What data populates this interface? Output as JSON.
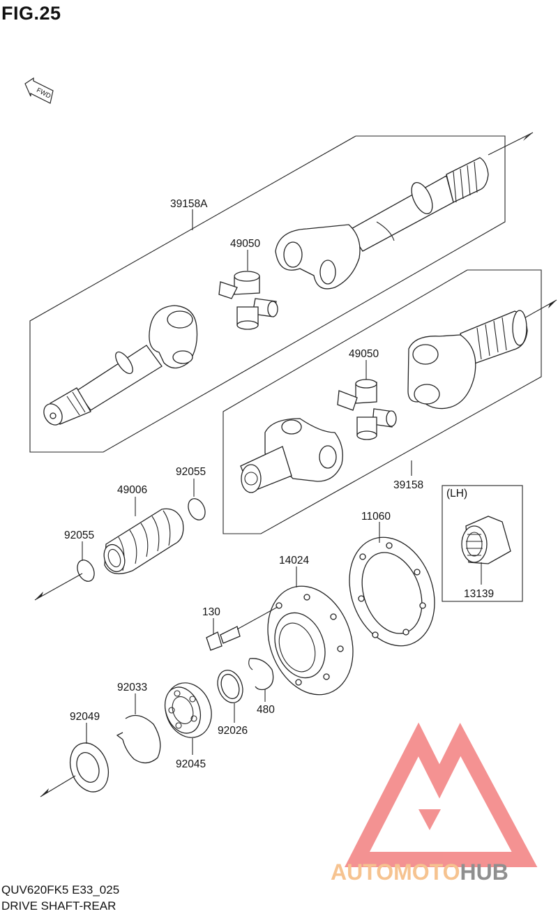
{
  "figure_title": "FIG.25",
  "direction_tag": "FWD",
  "callouts": {
    "p39158a": "39158A",
    "p49050_top": "49050",
    "p49050_mid": "49050",
    "p39158": "39158",
    "p92055_right": "92055",
    "p49006": "49006",
    "p92055_left": "92055",
    "p11060": "11060",
    "p14024": "14024",
    "p130": "130",
    "p480": "480",
    "p92026": "92026",
    "p92045": "92045",
    "p92033": "92033",
    "p92049": "92049",
    "p13139": "13139"
  },
  "inset_label": "(LH)",
  "footer": {
    "model_code": "QUV620FK5 E33_025",
    "section_name": "DRIVE SHAFT-REAR"
  },
  "watermark": {
    "part1": "AUTOMOTO",
    "part2": "HUB",
    "color_logo": "#f27f7f",
    "color_text1": "#f6c390",
    "color_text2": "#8f8f8f"
  }
}
